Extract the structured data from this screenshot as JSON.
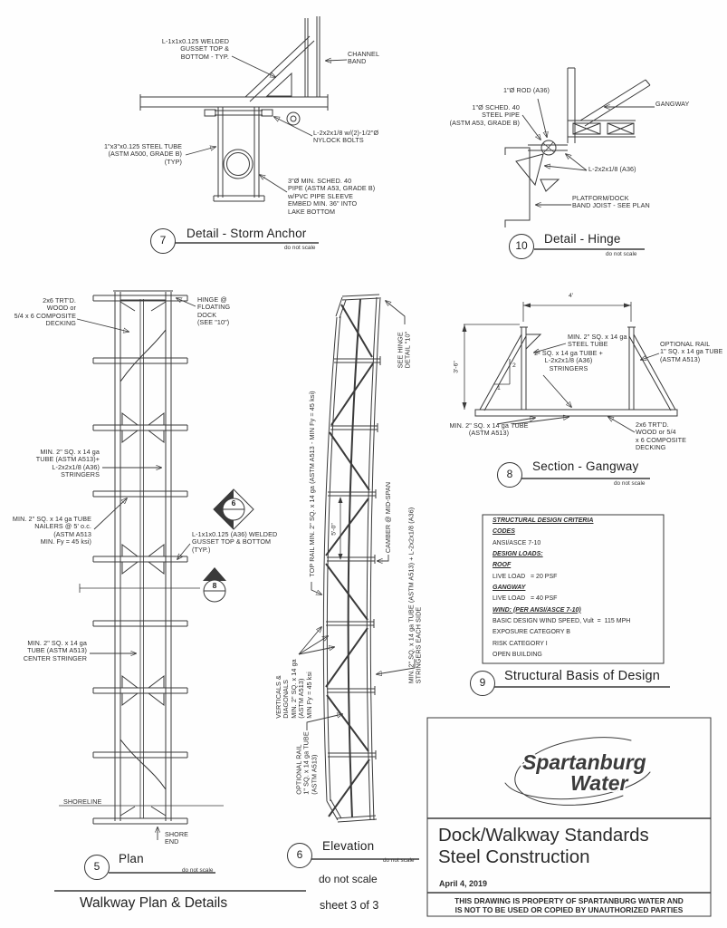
{
  "colors": {
    "logo_blue": "#1c6fb5",
    "logo_teal": "#17866d",
    "ink": "#3a3a3a"
  },
  "sheet": {
    "footer_title": "Walkway Plan & Details",
    "sheet_note": "sheet 3 of 3",
    "scale_note_large": "do not scale"
  },
  "d7": {
    "number": "7",
    "title": "Detail - Storm Anchor",
    "scale_note": "do not scale",
    "labels": {
      "gusset": "L-1x1x0.125 WELDED\nGUSSET TOP &\nBOTTOM - TYP.",
      "channel": "CHANNEL\nBAND",
      "nylock": "L-2x2x1/8 w/(2)-1/2\"Ø\nNYLOCK BOLTS",
      "tube": "1\"x3\"x0.125 STEEL TUBE\n(ASTM A500, GRADE B)\n(TYP)",
      "pipe": "3\"Ø MIN. SCHED. 40\nPIPE (ASTM A53, GRADE B)\nw/PVC PIPE SLEEVE\nEMBED MIN. 36\" INTO\nLAKE BOTTOM"
    }
  },
  "d10": {
    "number": "10",
    "title": "Detail - Hinge",
    "scale_note": "do not scale",
    "labels": {
      "rod": "1\"Ø ROD (A36)",
      "pipe": "1\"Ø SCHED. 40\nSTEEL PIPE\n(ASTM A53, GRADE B)",
      "gangway": "GANGWAY",
      "angle": "L-2x2x1/8 (A36)",
      "platform": "PLATFORM/DOCK\nBAND JOIST - SEE PLAN"
    }
  },
  "d5": {
    "number": "5",
    "title": "Plan",
    "scale_note": "do not scale",
    "labels": {
      "decking": "2x6 TRT'D.\nWOOD or\n5/4 x 6 COMPOSITE\nDECKING",
      "hinge": "HINGE @\nFLOATING\nDOCK\n(SEE \"10\")",
      "stringers": "MIN. 2\" SQ. x 14 ga\nTUBE (ASTM A513)+\nL-2x2x1/8 (A36)\nSTRINGERS",
      "nailers": "MIN. 2\" SQ. x 14 ga TUBE\nNAILERS @ 5' o.c.\n(ASTM A513\nMIN. Fy = 45 ksi)",
      "gusset": "L-1x1x0.125 (A36) WELDED\nGUSSET TOP & BOTTOM\n(TYP.)",
      "center": "MIN. 2\" SQ. x 14 ga\nTUBE (ASTM A513)\nCENTER STRINGER",
      "shoreline": "SHORELINE",
      "shore_end": "SHORE\nEND"
    },
    "markers": {
      "m6": "6",
      "m8": "8"
    }
  },
  "d6": {
    "number": "6",
    "title": "Elevation",
    "scale_note": "do not scale",
    "labels": {
      "see_hinge": "SEE HINGE\nDETAIL \"10\"",
      "top_rail": "TOP RAIL MIN. 2\" SQ. x 14 ga (ASTM A513 - MIN Fy = 45 ksi)",
      "camber": "CAMBER @ MID-SPAN",
      "panel_dim": "5'-0\"",
      "stringers": "MIN. 2\" SQ. x 14 ga TUBE (ASTM A513) + L-2x2x1/8 (A36)\nSTRINGERS EACH SIDE",
      "verticals": "VERTICALS &\nDIAGONALS\nMIN. 2\" SQ. x 14 ga\n(ASTM A513)\nMIN Fy = 45 ksi",
      "optional_rail": "OPTIONAL RAIL\n1\" SQ. x 14 ga TUBE\n(ASTM A513)"
    }
  },
  "d8": {
    "number": "8",
    "title": "Section - Gangway",
    "scale_note": "do not scale",
    "dims": {
      "width": "4'",
      "height": "3'-6\"",
      "slope_rise": "2",
      "slope_run": "1"
    },
    "labels": {
      "steel_tube": "MIN. 2\" SQ. x 14 ga\nSTEEL TUBE",
      "stringers": "2\" SQ. x 14 ga TUBE +\nL-2x2x1/8 (A36)\nSTRINGERS",
      "optional_rail": "OPTIONAL RAIL\n1\" SQ. x 14 ga TUBE\n(ASTM A513)",
      "tube": "MIN. 2\" SQ. x 14 ga TUBE\n(ASTM A513)",
      "decking": "2x6 TRT'D.\nWOOD or 5/4\nx 6 COMPOSITE\nDECKING"
    }
  },
  "d9": {
    "number": "9",
    "title": "Structural Basis of Design",
    "lines": [
      {
        "t": "STRUCTURAL DESIGN CRITERIA"
      },
      {
        "t": "CODES"
      },
      {
        "t": "ANSI/ASCE 7-10"
      },
      {
        "t": "DESIGN LOADS:"
      },
      {
        "t": "ROOF"
      },
      {
        "t": "LIVE LOAD   = 20 PSF"
      },
      {
        "t": "GANGWAY"
      },
      {
        "t": "LIVE LOAD   = 40 PSF"
      },
      {
        "t": "WIND: (PER ANSI/ASCE 7-10)"
      },
      {
        "t": "BASIC DESIGN WIND SPEED, Vult  =  115 MPH"
      },
      {
        "t": "EXPOSURE CATEGORY B"
      },
      {
        "t": "RISK CATEGORY I"
      },
      {
        "t": "OPEN BUILDING"
      }
    ]
  },
  "titleblock": {
    "brand_top": "Spartanburg",
    "brand_bottom": "Water",
    "doc_title": "Dock/Walkway Standards\nSteel Construction",
    "date": "April 4, 2019",
    "disclaimer": "THIS DRAWING IS PROPERTY OF SPARTANBURG WATER AND\nIS NOT TO BE USED OR COPIED BY UNAUTHORIZED PARTIES"
  }
}
